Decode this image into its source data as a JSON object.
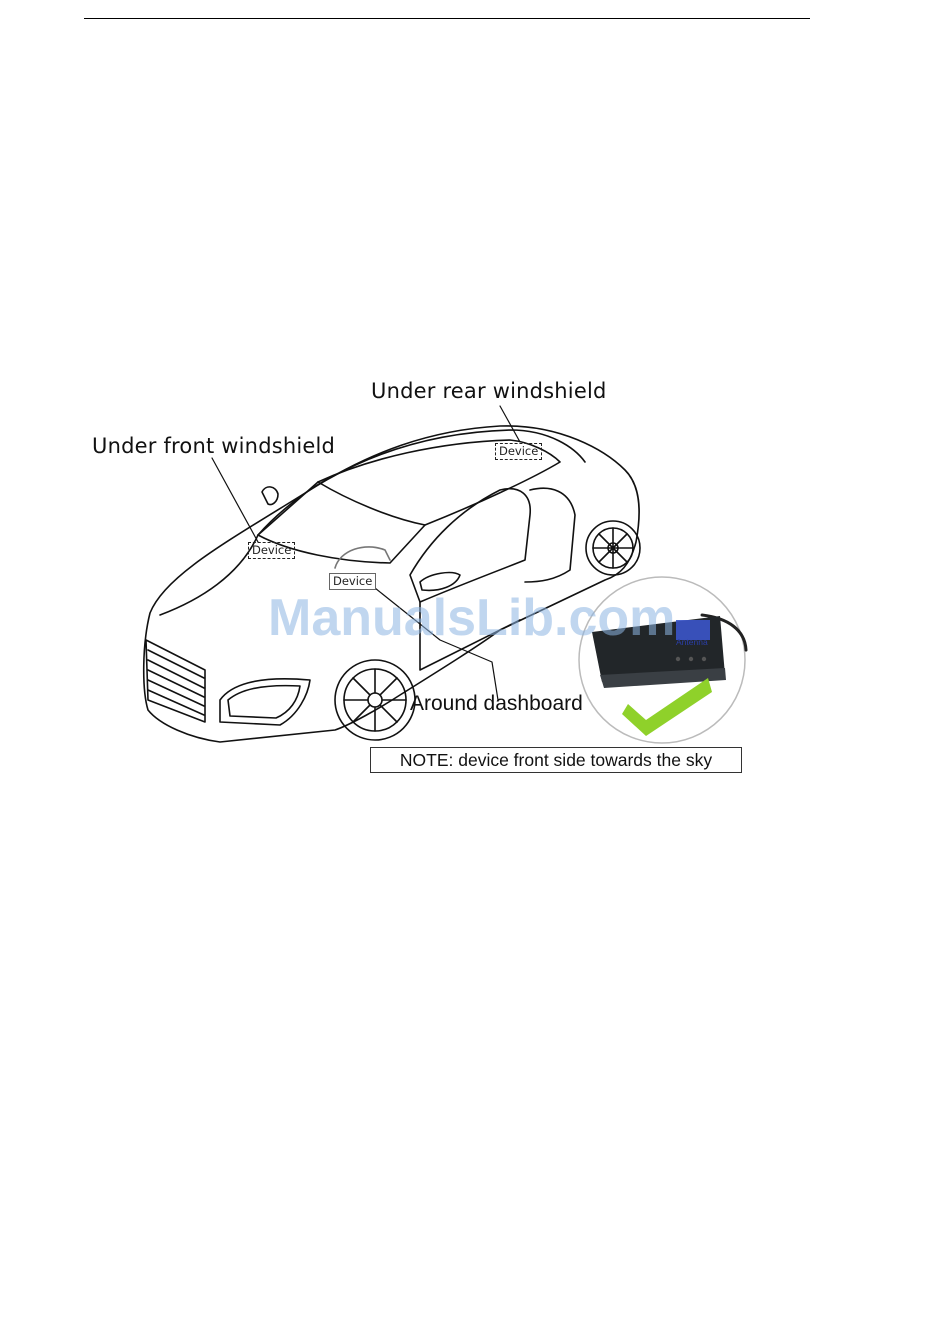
{
  "figure": {
    "labels": {
      "rear_windshield": "Under rear windshield",
      "front_windshield": "Under front windshield",
      "dashboard": "Around dashboard"
    },
    "device_tags": {
      "rear": "Device",
      "front": "Device",
      "dashboard": "Device"
    },
    "note": "NOTE: device front side towards the sky",
    "device_photo_text": "Antenna",
    "watermark": "ManualsLib.com",
    "colors": {
      "line": "#111111",
      "device_body": "#222629",
      "check_mark": "#8fd12a",
      "watermark": "#8cb4e1"
    }
  }
}
